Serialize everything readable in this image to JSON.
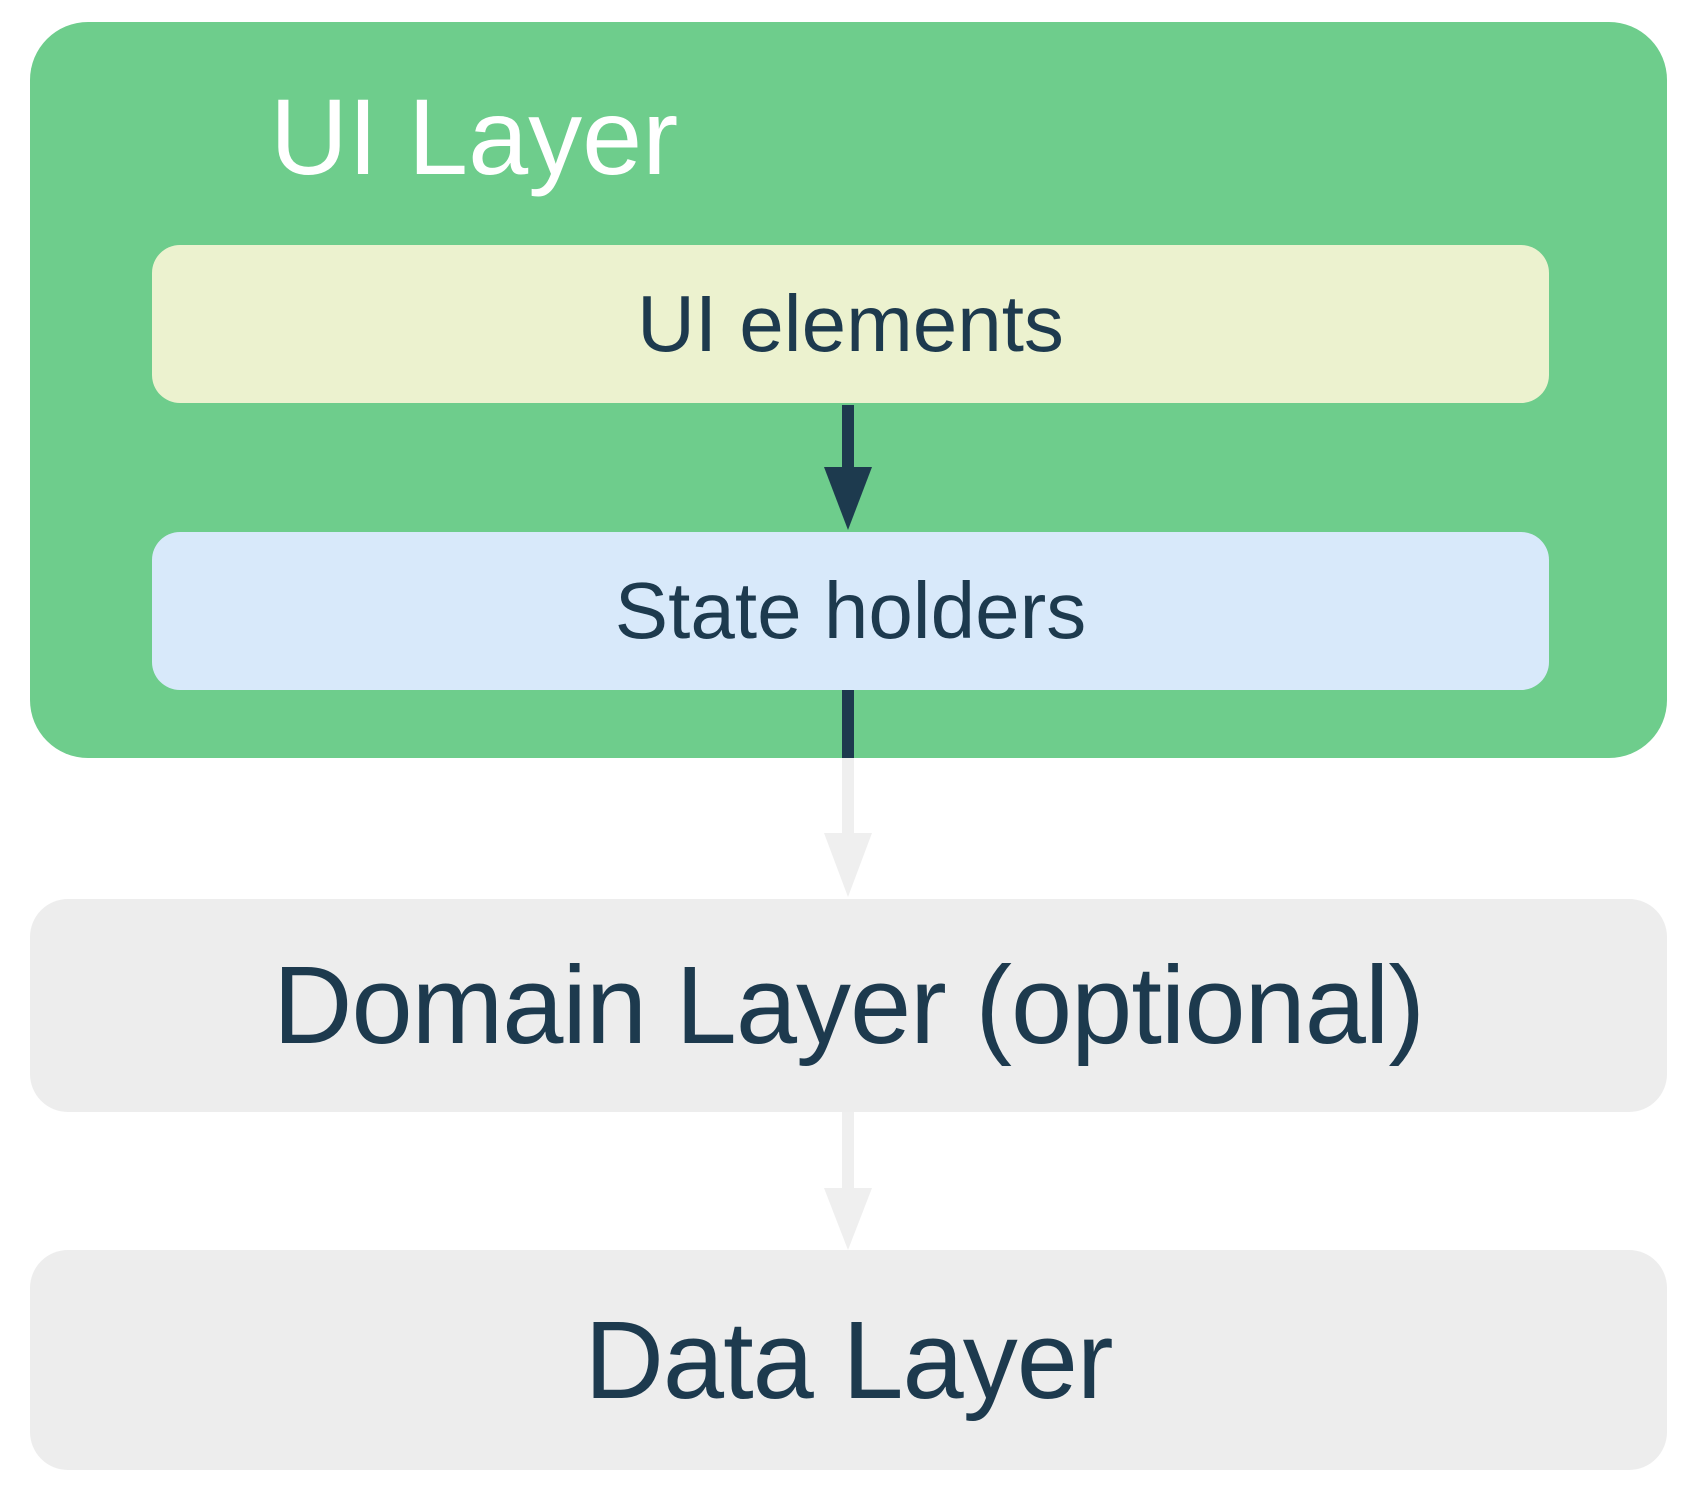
{
  "diagram": {
    "ui_layer": {
      "title": "UI Layer",
      "children": [
        {
          "label": "UI elements"
        },
        {
          "label": "State holders"
        }
      ]
    },
    "domain_layer": {
      "label": "Domain Layer (optional)"
    },
    "data_layer": {
      "label": "Data Layer"
    },
    "arrows": [
      {
        "name": "ui-elements-to-state-holders",
        "style": "dark"
      },
      {
        "name": "state-holders-to-domain-layer",
        "style": "dark-to-light"
      },
      {
        "name": "domain-layer-to-data-layer",
        "style": "light"
      }
    ]
  },
  "colors": {
    "ui_layer_bg": "#6ECD8C",
    "ui_elements_bg": "#ECF2CF",
    "state_holders_bg": "#D8E9FA",
    "layer_box_bg": "#EDEDED",
    "text_dark": "#1D3A4E",
    "title_text": "#FFFFFF",
    "arrow_dark": "#1D3A4E",
    "arrow_light": "#EFEFEF"
  }
}
